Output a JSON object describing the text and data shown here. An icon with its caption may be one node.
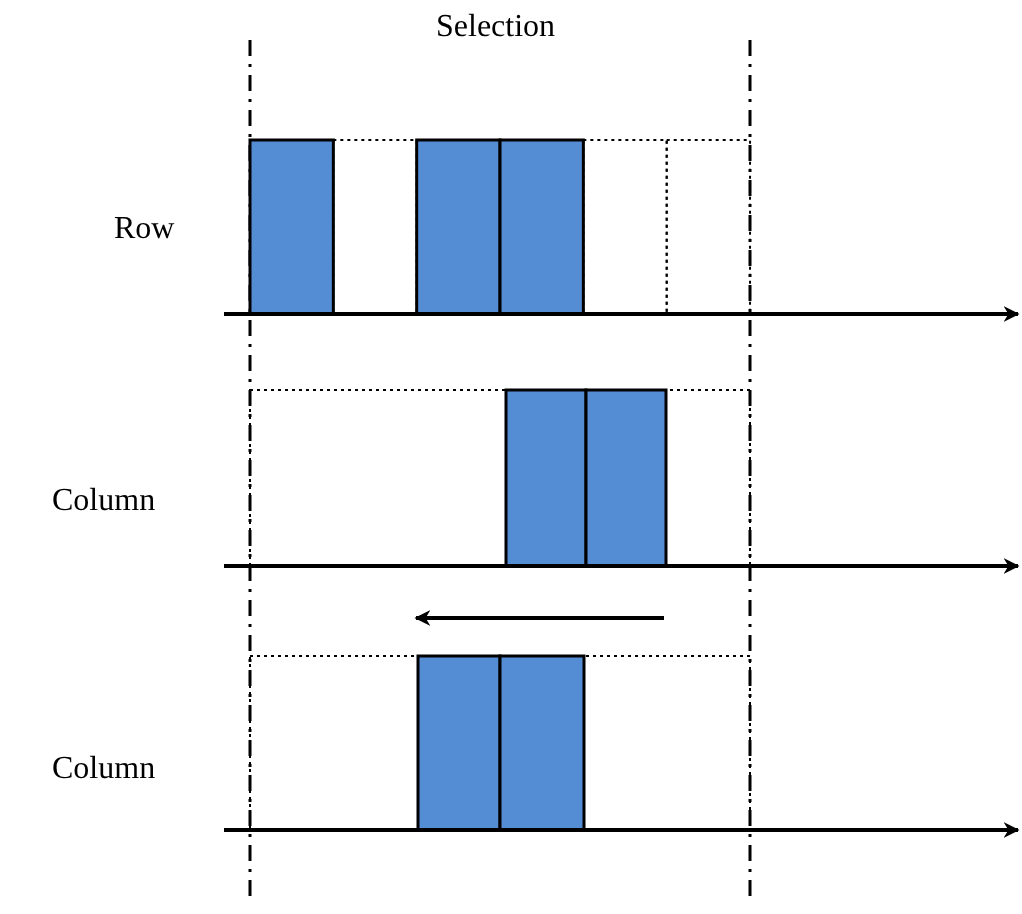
{
  "diagram": {
    "labels": [
      "Selection",
      "Row",
      "Column",
      "Column"
    ]
  }
}
